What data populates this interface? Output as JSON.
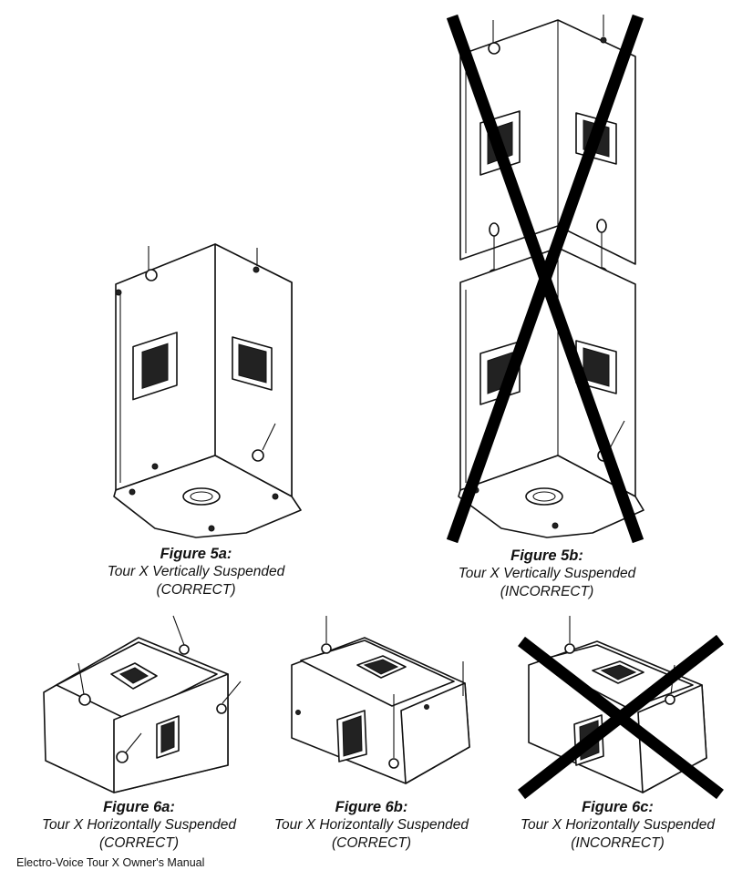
{
  "figures": {
    "fig5a": {
      "title": "Figure 5a:",
      "line1": "Tour X Vertically Suspended",
      "line2": "(CORRECT)"
    },
    "fig5b": {
      "title": "Figure 5b:",
      "line1": "Tour X Vertically Suspended",
      "line2": "(INCORRECT)"
    },
    "fig6a": {
      "title": "Figure 6a:",
      "line1": "Tour X Horizontally Suspended",
      "line2": "(CORRECT)"
    },
    "fig6b": {
      "title": "Figure 6b:",
      "line1": "Tour X Horizontally Suspended",
      "line2": "(CORRECT)"
    },
    "fig6c": {
      "title": "Figure 6c:",
      "line1": "Tour X Horizontally Suspended",
      "line2": "(INCORRECT)"
    }
  },
  "footer": "Electro-Voice Tour X Owner's Manual"
}
